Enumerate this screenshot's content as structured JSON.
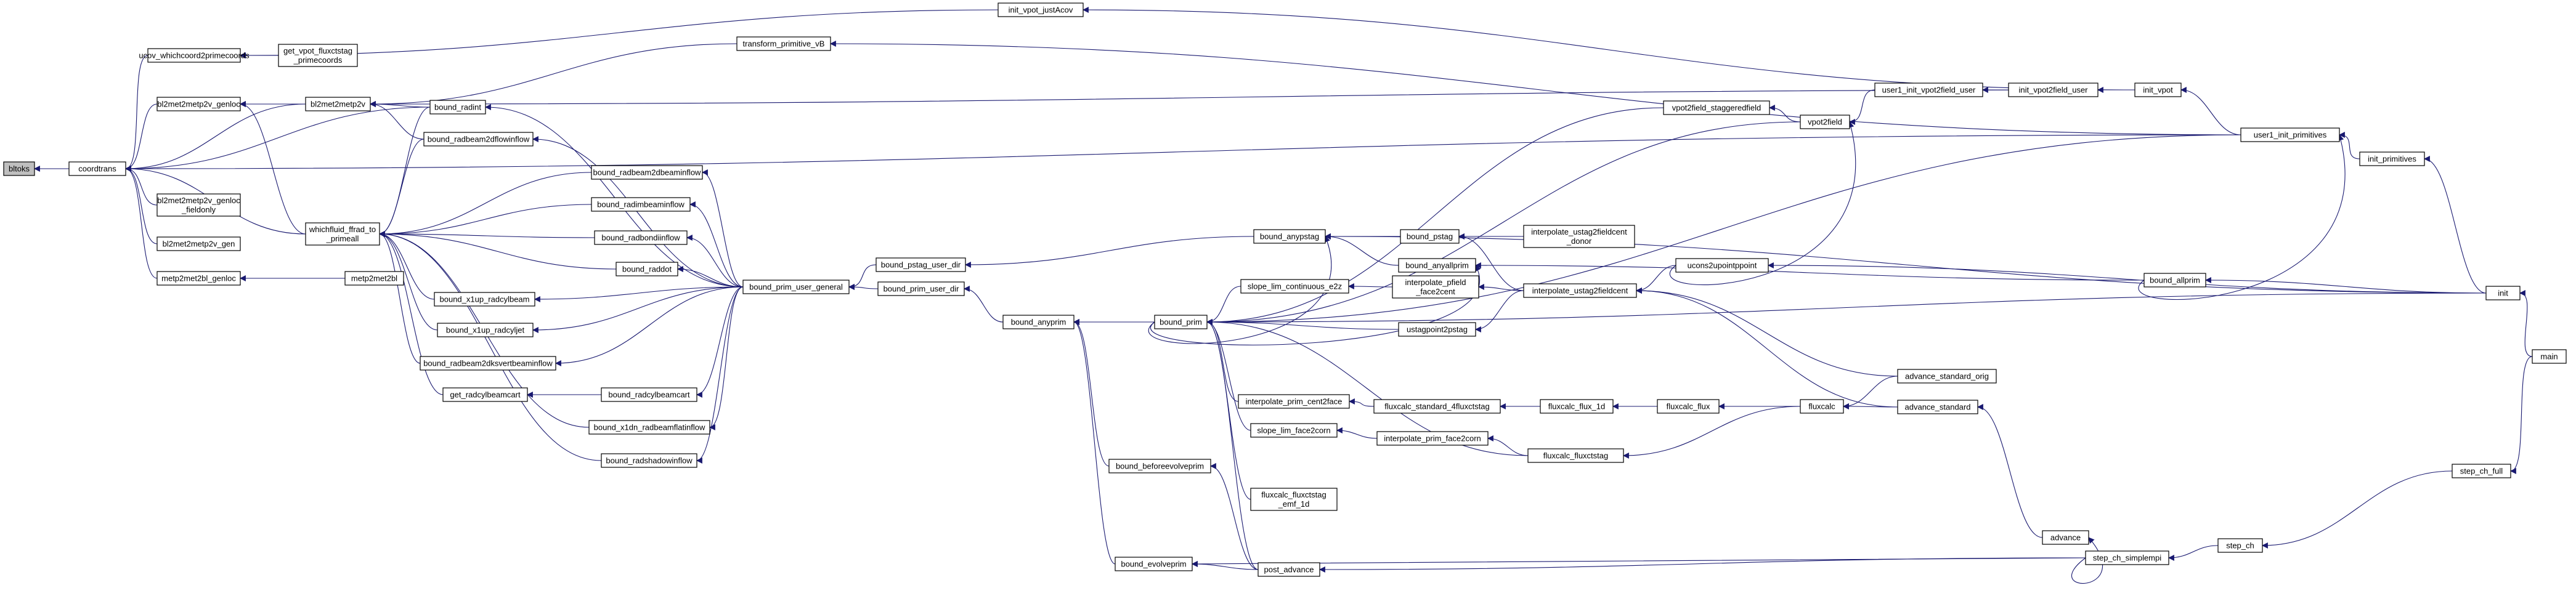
{
  "diagram": {
    "kind": "doxygen caller graph",
    "colors": {
      "edge": "#191970",
      "node_border": "#000000",
      "root_fill": "#bfbfbf",
      "node_fill": "#ffffff"
    },
    "nodes": [
      {
        "id": "bltoks",
        "lines": [
          "bltoks"
        ],
        "root": true
      },
      {
        "id": "coordtrans",
        "lines": [
          "coordtrans"
        ]
      },
      {
        "id": "ucov_whichcoord2primecoords",
        "lines": [
          "ucov_whichcoord2primecoords"
        ]
      },
      {
        "id": "get_vpot_fluxctstag_primecoords",
        "lines": [
          "get_vpot_fluxctstag",
          "_primecoords"
        ]
      },
      {
        "id": "init_vpot_justAcov",
        "lines": [
          "init_vpot_justAcov"
        ]
      },
      {
        "id": "transform_primitive_vB",
        "lines": [
          "transform_primitive_vB"
        ]
      },
      {
        "id": "bl2met2metp2v_genloc",
        "lines": [
          "bl2met2metp2v_genloc"
        ]
      },
      {
        "id": "bl2met2metp2v",
        "lines": [
          "bl2met2metp2v"
        ]
      },
      {
        "id": "bl2met2metp2v_genloc_fieldonly",
        "lines": [
          "bl2met2metp2v_genloc",
          "_fieldonly"
        ]
      },
      {
        "id": "bl2met2metp2v_gen",
        "lines": [
          "bl2met2metp2v_gen"
        ]
      },
      {
        "id": "metp2met2bl_genloc",
        "lines": [
          "metp2met2bl_genloc"
        ]
      },
      {
        "id": "metp2met2bl",
        "lines": [
          "metp2met2bl"
        ]
      },
      {
        "id": "whichfluid_ffrad_to_primeall",
        "lines": [
          "whichfluid_ffrad_to",
          "_primeall"
        ]
      },
      {
        "id": "bound_radint",
        "lines": [
          "bound_radint"
        ]
      },
      {
        "id": "bound_radbeam2dflowinflow",
        "lines": [
          "bound_radbeam2dflowinflow"
        ]
      },
      {
        "id": "bound_radbeam2dbeaminflow",
        "lines": [
          "bound_radbeam2dbeaminflow"
        ]
      },
      {
        "id": "bound_radimbeaminflow",
        "lines": [
          "bound_radimbeaminflow"
        ]
      },
      {
        "id": "bound_radbondiinflow",
        "lines": [
          "bound_radbondiinflow"
        ]
      },
      {
        "id": "bound_raddot",
        "lines": [
          "bound_raddot"
        ]
      },
      {
        "id": "bound_x1up_radcylbeam",
        "lines": [
          "bound_x1up_radcylbeam"
        ]
      },
      {
        "id": "bound_x1up_radcyljet",
        "lines": [
          "bound_x1up_radcyljet"
        ]
      },
      {
        "id": "bound_radbeam2dksvertbeaminflow",
        "lines": [
          "bound_radbeam2dksvertbeaminflow"
        ]
      },
      {
        "id": "get_radcylbeamcart",
        "lines": [
          "get_radcylbeamcart"
        ]
      },
      {
        "id": "bound_radcylbeamcart",
        "lines": [
          "bound_radcylbeamcart"
        ]
      },
      {
        "id": "bound_x1dn_radbeamflatinflow",
        "lines": [
          "bound_x1dn_radbeamflatinflow"
        ]
      },
      {
        "id": "bound_radshadowinflow",
        "lines": [
          "bound_radshadowinflow"
        ]
      },
      {
        "id": "bound_prim_user_general",
        "lines": [
          "bound_prim_user_general"
        ]
      },
      {
        "id": "bound_pstag_user_dir",
        "lines": [
          "bound_pstag_user_dir"
        ]
      },
      {
        "id": "bound_prim_user_dir",
        "lines": [
          "bound_prim_user_dir"
        ]
      },
      {
        "id": "bound_anypstag",
        "lines": [
          "bound_anypstag"
        ]
      },
      {
        "id": "bound_pstag",
        "lines": [
          "bound_pstag"
        ]
      },
      {
        "id": "bound_anyallprim",
        "lines": [
          "bound_anyallprim"
        ]
      },
      {
        "id": "interpolate_ustag2fieldcent_donor",
        "lines": [
          "interpolate_ustag2fieldcent",
          "_donor"
        ]
      },
      {
        "id": "bound_anyprim",
        "lines": [
          "bound_anyprim"
        ]
      },
      {
        "id": "bound_prim",
        "lines": [
          "bound_prim"
        ]
      },
      {
        "id": "bound_beforeevolveprim",
        "lines": [
          "bound_beforeevolveprim"
        ]
      },
      {
        "id": "bound_evolveprim",
        "lines": [
          "bound_evolveprim"
        ]
      },
      {
        "id": "post_advance",
        "lines": [
          "post_advance"
        ]
      },
      {
        "id": "slope_lim_continuous_e2z",
        "lines": [
          "slope_lim_continuous_e2z"
        ]
      },
      {
        "id": "interpolate_pfield_face2cent",
        "lines": [
          "interpolate_pfield",
          "_face2cent"
        ]
      },
      {
        "id": "interpolate_ustag2fieldcent",
        "lines": [
          "interpolate_ustag2fieldcent"
        ]
      },
      {
        "id": "ustagpoint2pstag",
        "lines": [
          "ustagpoint2pstag"
        ]
      },
      {
        "id": "interpolate_prim_cent2face",
        "lines": [
          "interpolate_prim_cent2face"
        ]
      },
      {
        "id": "fluxcalc_standard_4fluxctstag",
        "lines": [
          "fluxcalc_standard_4fluxctstag"
        ]
      },
      {
        "id": "fluxcalc_flux_1d",
        "lines": [
          "fluxcalc_flux_1d"
        ]
      },
      {
        "id": "fluxcalc_flux",
        "lines": [
          "fluxcalc_flux"
        ]
      },
      {
        "id": "fluxcalc",
        "lines": [
          "fluxcalc"
        ]
      },
      {
        "id": "slope_lim_face2corn",
        "lines": [
          "slope_lim_face2corn"
        ]
      },
      {
        "id": "interpolate_prim_face2corn",
        "lines": [
          "interpolate_prim_face2corn"
        ]
      },
      {
        "id": "fluxcalc_fluxctstag",
        "lines": [
          "fluxcalc_fluxctstag"
        ]
      },
      {
        "id": "fluxcalc_fluxctstag_emf_1d",
        "lines": [
          "fluxcalc_fluxctstag",
          "_emf_1d"
        ]
      },
      {
        "id": "vpot2field_staggeredfield",
        "lines": [
          "vpot2field_staggeredfield"
        ]
      },
      {
        "id": "vpot2field",
        "lines": [
          "vpot2field"
        ]
      },
      {
        "id": "user1_init_vpot2field_user",
        "lines": [
          "user1_init_vpot2field_user"
        ]
      },
      {
        "id": "init_vpot2field_user",
        "lines": [
          "init_vpot2field_user"
        ]
      },
      {
        "id": "init_vpot",
        "lines": [
          "init_vpot"
        ]
      },
      {
        "id": "user1_init_primitives",
        "lines": [
          "user1_init_primitives"
        ]
      },
      {
        "id": "init_primitives",
        "lines": [
          "init_primitives"
        ]
      },
      {
        "id": "ucons2upointppoint",
        "lines": [
          "ucons2upointppoint"
        ]
      },
      {
        "id": "advance_standard_orig",
        "lines": [
          "advance_standard_orig"
        ]
      },
      {
        "id": "advance_standard",
        "lines": [
          "advance_standard"
        ]
      },
      {
        "id": "advance",
        "lines": [
          "advance"
        ]
      },
      {
        "id": "step_ch_simplempi",
        "lines": [
          "step_ch_simplempi"
        ]
      },
      {
        "id": "step_ch",
        "lines": [
          "step_ch"
        ]
      },
      {
        "id": "step_ch_full",
        "lines": [
          "step_ch_full"
        ]
      },
      {
        "id": "bound_allprim",
        "lines": [
          "bound_allprim"
        ]
      },
      {
        "id": "init",
        "lines": [
          "init"
        ]
      },
      {
        "id": "main",
        "lines": [
          "main"
        ]
      }
    ],
    "edges": [
      [
        "coordtrans",
        "bltoks"
      ],
      [
        "ucov_whichcoord2primecoords",
        "coordtrans"
      ],
      [
        "bl2met2metp2v_genloc",
        "coordtrans"
      ],
      [
        "bl2met2metp2v",
        "coordtrans"
      ],
      [
        "bl2met2metp2v_genloc_fieldonly",
        "coordtrans"
      ],
      [
        "bl2met2metp2v_gen",
        "coordtrans"
      ],
      [
        "metp2met2bl_genloc",
        "coordtrans"
      ],
      [
        "whichfluid_ffrad_to_primeall",
        "coordtrans"
      ],
      [
        "bound_radint",
        "coordtrans"
      ],
      [
        "user1_init_primitives",
        "coordtrans"
      ],
      [
        "get_vpot_fluxctstag_primecoords",
        "ucov_whichcoord2primecoords"
      ],
      [
        "init_vpot_justAcov",
        "ucov_whichcoord2primecoords"
      ],
      [
        "init_vpot",
        "init_vpot_justAcov"
      ],
      [
        "user1_init_primitives",
        "transform_primitive_vB"
      ],
      [
        "transform_primitive_vB",
        "bl2met2metp2v"
      ],
      [
        "bl2met2metp2v",
        "bl2met2metp2v_genloc"
      ],
      [
        "whichfluid_ffrad_to_primeall",
        "bl2met2metp2v_genloc"
      ],
      [
        "bound_radint",
        "bl2met2metp2v"
      ],
      [
        "bound_radbeam2dflowinflow",
        "bl2met2metp2v"
      ],
      [
        "init_vpot",
        "bl2met2metp2v"
      ],
      [
        "metp2met2bl",
        "metp2met2bl_genloc"
      ],
      [
        "bound_radint",
        "whichfluid_ffrad_to_primeall"
      ],
      [
        "bound_radbeam2dflowinflow",
        "whichfluid_ffrad_to_primeall"
      ],
      [
        "bound_radbeam2dbeaminflow",
        "whichfluid_ffrad_to_primeall"
      ],
      [
        "bound_radimbeaminflow",
        "whichfluid_ffrad_to_primeall"
      ],
      [
        "bound_radbondiinflow",
        "whichfluid_ffrad_to_primeall"
      ],
      [
        "bound_raddot",
        "whichfluid_ffrad_to_primeall"
      ],
      [
        "bound_x1up_radcylbeam",
        "whichfluid_ffrad_to_primeall"
      ],
      [
        "bound_x1up_radcyljet",
        "whichfluid_ffrad_to_primeall"
      ],
      [
        "bound_radbeam2dksvertbeaminflow",
        "whichfluid_ffrad_to_primeall"
      ],
      [
        "get_radcylbeamcart",
        "whichfluid_ffrad_to_primeall"
      ],
      [
        "bound_x1dn_radbeamflatinflow",
        "whichfluid_ffrad_to_primeall"
      ],
      [
        "bound_radshadowinflow",
        "whichfluid_ffrad_to_primeall"
      ],
      [
        "bound_radcylbeamcart",
        "get_radcylbeamcart"
      ],
      [
        "bound_prim_user_general",
        "bound_radint"
      ],
      [
        "bound_prim_user_general",
        "bound_radbeam2dflowinflow"
      ],
      [
        "bound_prim_user_general",
        "bound_radbeam2dbeaminflow"
      ],
      [
        "bound_prim_user_general",
        "bound_radimbeaminflow"
      ],
      [
        "bound_prim_user_general",
        "bound_radbondiinflow"
      ],
      [
        "bound_prim_user_general",
        "bound_raddot"
      ],
      [
        "bound_prim_user_general",
        "bound_x1up_radcylbeam"
      ],
      [
        "bound_prim_user_general",
        "bound_x1up_radcyljet"
      ],
      [
        "bound_prim_user_general",
        "bound_radbeam2dksvertbeaminflow"
      ],
      [
        "bound_prim_user_general",
        "bound_radcylbeamcart"
      ],
      [
        "bound_prim_user_general",
        "bound_x1dn_radbeamflatinflow"
      ],
      [
        "bound_prim_user_general",
        "bound_radshadowinflow"
      ],
      [
        "bound_pstag_user_dir",
        "bound_prim_user_general"
      ],
      [
        "bound_prim_user_dir",
        "bound_prim_user_general"
      ],
      [
        "bound_anypstag",
        "bound_pstag_user_dir"
      ],
      [
        "bound_anyprim",
        "bound_prim_user_dir"
      ],
      [
        "bound_pstag",
        "bound_anypstag"
      ],
      [
        "bound_anyallprim",
        "bound_anypstag"
      ],
      [
        "bound_prim",
        "bound_anypstag"
      ],
      [
        "init",
        "bound_anypstag"
      ],
      [
        "interpolate_ustag2fieldcent_donor",
        "bound_pstag"
      ],
      [
        "interpolate_ustag2fieldcent",
        "bound_pstag"
      ],
      [
        "bound_allprim",
        "bound_anyallprim"
      ],
      [
        "bound_prim",
        "bound_anyallprim"
      ],
      [
        "bound_prim",
        "bound_anyprim"
      ],
      [
        "bound_beforeevolveprim",
        "bound_anyprim"
      ],
      [
        "bound_evolveprim",
        "bound_anyprim"
      ],
      [
        "post_advance",
        "bound_beforeevolveprim"
      ],
      [
        "post_advance",
        "bound_evolveprim"
      ],
      [
        "step_ch_simplempi",
        "bound_evolveprim"
      ],
      [
        "step_ch_simplempi",
        "post_advance"
      ],
      [
        "vpot2field_staggeredfield",
        "bound_prim"
      ],
      [
        "vpot2field",
        "bound_prim"
      ],
      [
        "user1_init_primitives",
        "bound_prim"
      ],
      [
        "slope_lim_continuous_e2z",
        "bound_prim"
      ],
      [
        "ustagpoint2pstag",
        "bound_prim"
      ],
      [
        "interpolate_prim_cent2face",
        "bound_prim"
      ],
      [
        "slope_lim_face2corn",
        "bound_prim"
      ],
      [
        "fluxcalc_fluxctstag_emf_1d",
        "bound_prim"
      ],
      [
        "fluxcalc_fluxctstag",
        "bound_prim"
      ],
      [
        "post_advance",
        "bound_prim"
      ],
      [
        "init",
        "bound_prim"
      ],
      [
        "interpolate_pfield_face2cent",
        "slope_lim_continuous_e2z"
      ],
      [
        "interpolate_ustag2fieldcent",
        "interpolate_pfield_face2cent"
      ],
      [
        "interpolate_ustag2fieldcent",
        "ustagpoint2pstag"
      ],
      [
        "fluxcalc_standard_4fluxctstag",
        "interpolate_prim_cent2face"
      ],
      [
        "fluxcalc_flux_1d",
        "fluxcalc_standard_4fluxctstag"
      ],
      [
        "fluxcalc_flux",
        "fluxcalc_flux_1d"
      ],
      [
        "fluxcalc",
        "fluxcalc_flux"
      ],
      [
        "interpolate_prim_face2corn",
        "slope_lim_face2corn"
      ],
      [
        "fluxcalc_fluxctstag",
        "interpolate_prim_face2corn"
      ],
      [
        "fluxcalc",
        "fluxcalc_fluxctstag"
      ],
      [
        "vpot2field",
        "vpot2field_staggeredfield"
      ],
      [
        "user1_init_vpot2field_user",
        "vpot2field"
      ],
      [
        "ucons2upointppoint",
        "vpot2field"
      ],
      [
        "init_vpot2field_user",
        "user1_init_vpot2field_user"
      ],
      [
        "init_vpot",
        "init_vpot2field_user"
      ],
      [
        "user1_init_primitives",
        "init_vpot"
      ],
      [
        "init_primitives",
        "user1_init_primitives"
      ],
      [
        "init",
        "init_primitives"
      ],
      [
        "ucons2upointppoint",
        "interpolate_ustag2fieldcent"
      ],
      [
        "advance_standard_orig",
        "interpolate_ustag2fieldcent"
      ],
      [
        "advance_standard",
        "interpolate_ustag2fieldcent"
      ],
      [
        "init",
        "ucons2upointppoint"
      ],
      [
        "advance_standard_orig",
        "fluxcalc"
      ],
      [
        "advance_standard",
        "fluxcalc"
      ],
      [
        "advance",
        "advance_standard"
      ],
      [
        "step_ch_simplempi",
        "advance"
      ],
      [
        "step_ch",
        "step_ch_simplempi"
      ],
      [
        "step_ch_full",
        "step_ch"
      ],
      [
        "main",
        "step_ch_full"
      ],
      [
        "main",
        "init"
      ],
      [
        "init",
        "bound_allprim"
      ],
      [
        "bound_allprim",
        "user1_init_primitives"
      ]
    ]
  }
}
